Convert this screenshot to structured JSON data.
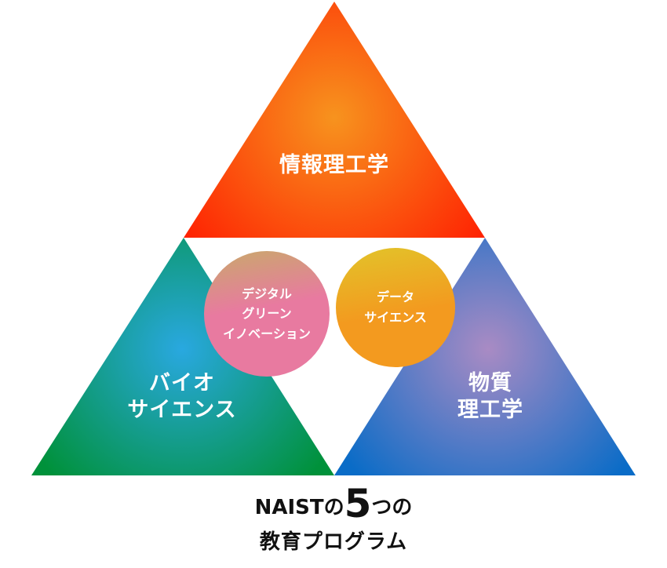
{
  "triangles": {
    "top": {
      "label": "情報理工学",
      "color_center": "#f7931e",
      "color_edge": "#ff1a00"
    },
    "left": {
      "label_line1": "バイオ",
      "label_line2": "サイエンス",
      "color_center": "#29a8e0",
      "color_edge": "#00913a"
    },
    "right": {
      "label_line1": "物質",
      "label_line2": "理工学",
      "color_center": "#a98bc4",
      "color_edge": "#0a6cc7"
    }
  },
  "circles": {
    "pink": {
      "line1": "デジタル",
      "line2": "グリーン",
      "line3": "イノベーション",
      "color_top": "#c9a96b",
      "color_main": "#e87aa0"
    },
    "orange": {
      "line1": "データ",
      "line2": "サイエンス",
      "color_top": "#e2c42a",
      "color_main": "#f39a1f"
    }
  },
  "caption": {
    "prefix": "NAIST",
    "particle1": "の",
    "number": "5",
    "suffix": "つの",
    "line2": "教育プログラム"
  }
}
